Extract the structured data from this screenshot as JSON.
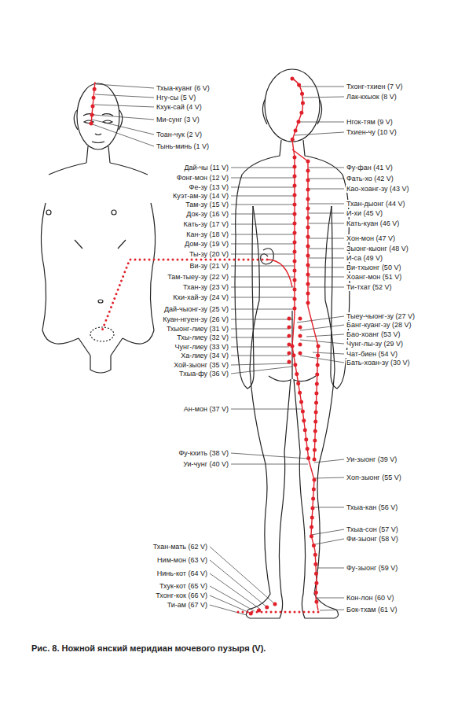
{
  "diagram": {
    "caption": "Рис. 8. Ножной янский меридиан мочевого пузыря (V).",
    "labels": [
      "Тхыа-куанг (6 V)",
      "Нгу-сы (5 V)",
      "Кхук-сай (4 V)",
      "Ми-сунг (3 V)",
      "Тоан-чук (2 V)",
      "Тынь-минь (1 V)",
      "Тхонг-тхиен (7 V)",
      "Лак-кхыок (8 V)",
      "Нгок-тям (9 V)",
      "Тхиен-чу (10 V)",
      "Дай-чы (11 V)",
      "Фонг-мон (12 V)",
      "Фе-зу (13 V)",
      "Куэт-ам-зу (14 V)",
      "Там-зу (15 V)",
      "Док-зу (16 V)",
      "Кать-зу (17 V)",
      "Кан-зу (18 V)",
      "Дом-зу (19 V)",
      "Ты-зу (20 V)",
      "Ви-зу (21 V)",
      "Там-тыеу-зу (22 V)",
      "Тхан-зу (23 V)",
      "Кхи-хай-зу (24 V)",
      "Дай-чыонг-зу (25 V)",
      "Куан-нгуен-зу (26 V)",
      "Тхыонг-лиеу (31 V)",
      "Тхы-лиеу (32 V)",
      "Чунг-лиеу (33 V)",
      "Ха-лиеу (34 V)",
      "Хой-зыонг (35 V)",
      "Тхыа-фу (36 V)",
      "Ан-мон (37 V)",
      "Фу-кхить (38 V)",
      "Уи-чунг (40 V)",
      "Фу-фан (41 V)",
      "Фать-хо (42 V)",
      "Као-хоанг-зу (43 V)",
      "Тхан-дыонг (44 V)",
      "И-хи (45 V)",
      "Кать-куан (46 V)",
      "Хон-мон (47 V)",
      "Зыонг-кыонг (48 V)",
      "И-са (49 V)",
      "Ви-тхыонг (50 V)",
      "Хоанг-мон (51 V)",
      "Ти-тхат (52 V)",
      "Тыеу-чыонг-зу (27 V)",
      "Банг-куанг-зу (28 V)",
      "Бао-хоанг (53 V)",
      "Чунг-лы-зу (29 V)",
      "Чат-биен (54 V)",
      "Бать-хоан-зу (30 V)",
      "Уи-зыонг (39 V)",
      "Хоп-зыонг (55 V)",
      "Тхыа-кан (56 V)",
      "Тхыа-сон (57 V)",
      "Фи-зыонг (58 V)",
      "Фу-зыонг (59 V)",
      "Кон-лон (60 V)",
      "Бок-тхам (61 V)",
      "Тхан-мать (62 V)",
      "Ним-мон (63 V)",
      "Нинь-кот (64 V)",
      "Тхук-кот (65 V)",
      "Тхонг-кок (66 V)",
      "Ти-ам (67 V)"
    ]
  }
}
